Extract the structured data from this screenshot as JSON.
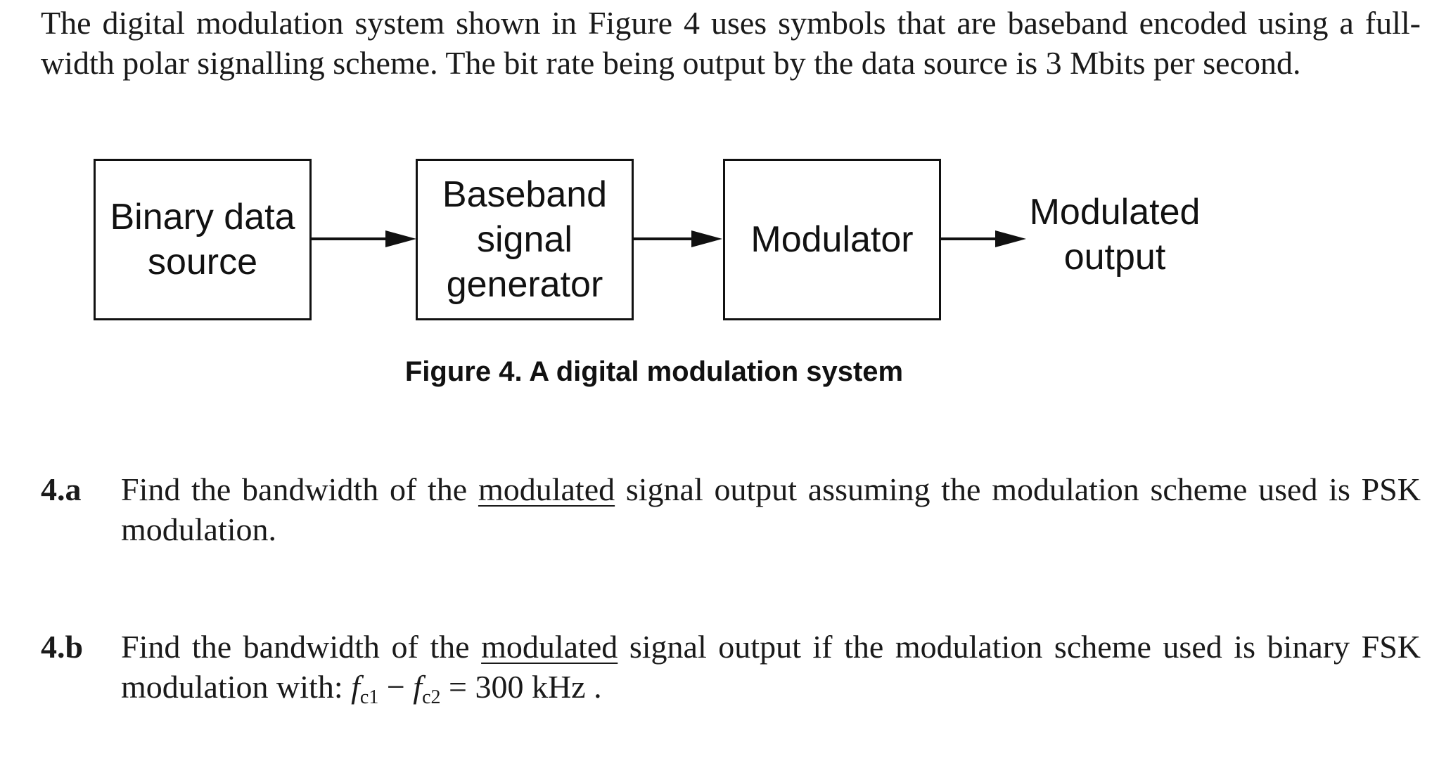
{
  "intro_text": "The digital modulation system shown in Figure 4 uses symbols that are baseband encoded using a full-width polar signalling scheme. The bit rate being output by the data source is 3 Mbits per second.",
  "diagram": {
    "blocks": [
      {
        "label": "Binary data\nsource"
      },
      {
        "label": "Baseband\nsignal\ngenerator"
      },
      {
        "label": "Modulator"
      }
    ],
    "output_label": "Modulated\noutput",
    "caption": "Figure 4.  A digital modulation system"
  },
  "questions": [
    {
      "number": "4.a",
      "before": "Find the bandwidth of the ",
      "underlined": "modulated",
      "after": " signal output assuming the modulation scheme used is PSK modulation."
    },
    {
      "number": "4.b",
      "before": "Find the bandwidth of the ",
      "underlined": "modulated",
      "after": " signal output if the modulation scheme used is binary FSK modulation with: ",
      "math": {
        "f1": "f",
        "sub1": "c1",
        "minus": " − ",
        "f2": "f",
        "sub2": "c2",
        "eq": " = 300 kHz ."
      }
    }
  ]
}
